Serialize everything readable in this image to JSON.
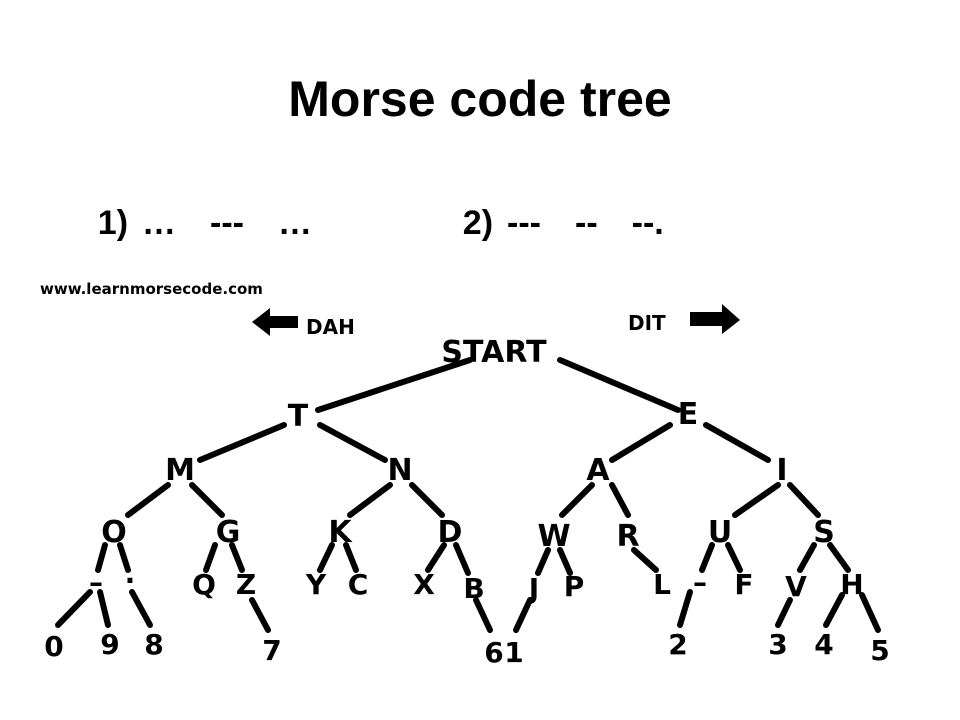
{
  "title": "Morse code tree",
  "puzzles": [
    {
      "number": "1)",
      "codes": [
        "…",
        "---",
        "…"
      ]
    },
    {
      "number": "2)",
      "codes": [
        "---",
        "--",
        "--."
      ]
    }
  ],
  "source": "www.learnmorsecode.com",
  "legend": {
    "left": "DAH",
    "right": "DIT"
  },
  "tree": {
    "root": "START",
    "nodes": {
      "T": "T",
      "E": "E",
      "M": "M",
      "N": "N",
      "A": "A",
      "I": "I",
      "O": "O",
      "G": "G",
      "K": "K",
      "D": "D",
      "W": "W",
      "R": "R",
      "U": "U",
      "S": "S",
      "Q": "Q",
      "Z": "Z",
      "Y": "Y",
      "C": "C",
      "X": "X",
      "B": "B",
      "J": "J",
      "P": "P",
      "L": "L",
      "F": "F",
      "V": "V",
      "H": "H",
      "d0": "0",
      "d9": "9",
      "d8": "8",
      "d7": "7",
      "d6": "6",
      "d1": "1",
      "d2": "2",
      "d3": "3",
      "d4": "4",
      "d5": "5"
    },
    "placeholders": {
      "O_dash": "–",
      "O_dot": "·",
      "U_dash": "–"
    }
  },
  "colors": {
    "ink": "#000000",
    "background": "#ffffff"
  }
}
